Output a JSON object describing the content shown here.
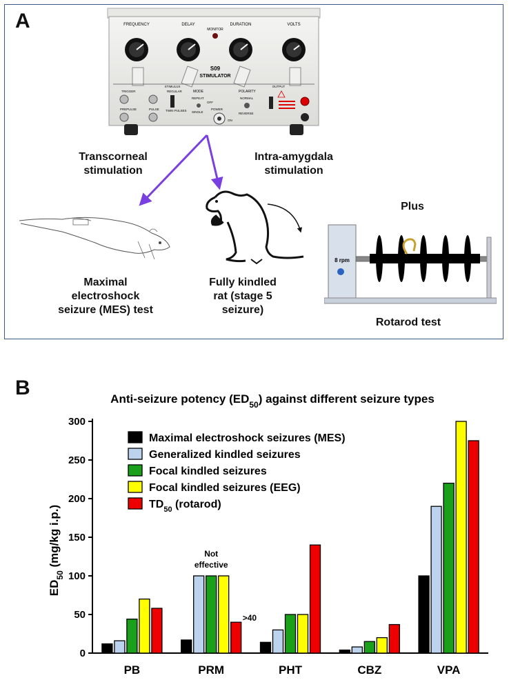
{
  "panel_a": {
    "label": "A",
    "device": {
      "model": "S09",
      "name": "STIMULATOR",
      "knobs": [
        "FREQUENCY",
        "DELAY",
        "DURATION",
        "VOLTS"
      ],
      "monitor": "MONITOR",
      "stimulus": "STIMULUS",
      "output": "OUTPUT",
      "mode": "MODE",
      "polarity": "POLARITY",
      "power": "POWER",
      "trigger": "TRIGGER",
      "prepulse": "PREPULSE",
      "pulse": "PULSE",
      "regular": "REGULAR",
      "twin": "TWIN PULSES",
      "repeat": "REPEAT",
      "off": "OFF",
      "single": "SINGLE",
      "normal": "NORMAL",
      "reverse": "REVERSE",
      "on": "ON"
    },
    "transcorneal": [
      "Transcorneal",
      "stimulation"
    ],
    "intra_amygdala": [
      "Intra-amygdala",
      "stimulation"
    ],
    "mes_test": [
      "Maximal",
      "electroshock",
      "seizure (MES) test"
    ],
    "kindled_rat": [
      "Fully kindled",
      "rat (stage 5",
      "seizure)"
    ],
    "plus": "Plus",
    "rpm": "8 rpm",
    "rotarod": "Rotarod test"
  },
  "panel_b": {
    "label": "B"
  },
  "colors": {
    "mes": "#000000",
    "gen": "#bcd3ee",
    "focal": "#1aa01a",
    "eeg": "#ffff00",
    "td": "#ee0000",
    "frame": "#3b5a8a",
    "arrow": "#7a3fe0"
  },
  "chart_data": {
    "type": "bar",
    "title_main": "Anti-seizure potency (ED",
    "title_sub": "50",
    "title_end": ") against different seizure types",
    "ylabel_main": "ED",
    "ylabel_sub": "50",
    "ylabel_end": " (mg/kg i.p.)",
    "categories": [
      "PB",
      "PRM",
      "PHT",
      "CBZ",
      "VPA"
    ],
    "ylim": [
      0,
      300
    ],
    "yticks": [
      0,
      50,
      100,
      150,
      200,
      250,
      300
    ],
    "series": [
      {
        "name": "Maximal electroshock seizures (MES)",
        "color_key": "mes",
        "values": [
          12,
          17,
          14,
          4,
          100
        ]
      },
      {
        "name": "Generalized kindled seizures",
        "color_key": "gen",
        "values": [
          16,
          100,
          30,
          8,
          190
        ]
      },
      {
        "name": "Focal kindled seizures",
        "color_key": "focal",
        "values": [
          44,
          100,
          50,
          15,
          220
        ]
      },
      {
        "name": "Focal kindled seizures (EEG)",
        "color_key": "eeg",
        "values": [
          70,
          100,
          50,
          20,
          300
        ]
      },
      {
        "name": "TD",
        "name_sub": "50",
        "name_end": " (rotarod)",
        "color_key": "td",
        "values": [
          58,
          40,
          140,
          37,
          275
        ]
      }
    ],
    "annotations": {
      "not_effective": [
        "Not",
        "effective"
      ],
      "gt40": ">40"
    }
  }
}
